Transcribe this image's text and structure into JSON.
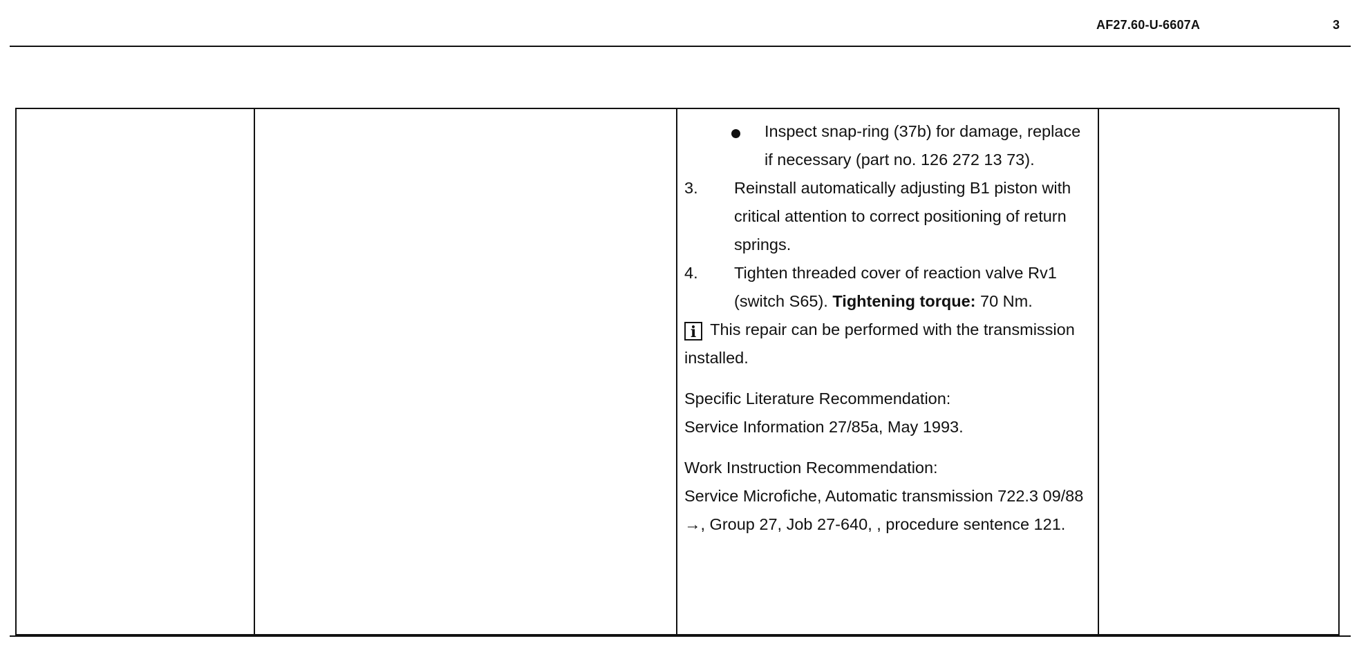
{
  "header": {
    "doc_id": "AF27.60-U-6607A",
    "page_number": "3"
  },
  "content": {
    "bullet_item": "Inspect snap-ring (37b) for damage, replace if necessary (part no. 126 272 13 73).",
    "steps": [
      {
        "number": "3.",
        "text": "Reinstall automatically adjusting B1 piston with critical attention to correct positioning of return springs."
      },
      {
        "number": "4.",
        "text_before": "Tighten threaded cover of reaction valve Rv1 (switch S65).",
        "torque_label": "Tightening torque:",
        "torque_value": "70 Nm."
      }
    ],
    "info_icon_glyph": "i",
    "info_note": "This repair can be performed with the transmission installed.",
    "literature": {
      "label": "Specific Literature Recommendation:",
      "value": "Service Information 27/85a, May 1993."
    },
    "work_instruction": {
      "label": "Work Instruction Recommendation:",
      "value": "Service Microfiche, Automatic transmission 722.3 09/88 →, Group 27, Job 27-640, , procedure sentence 121."
    }
  }
}
